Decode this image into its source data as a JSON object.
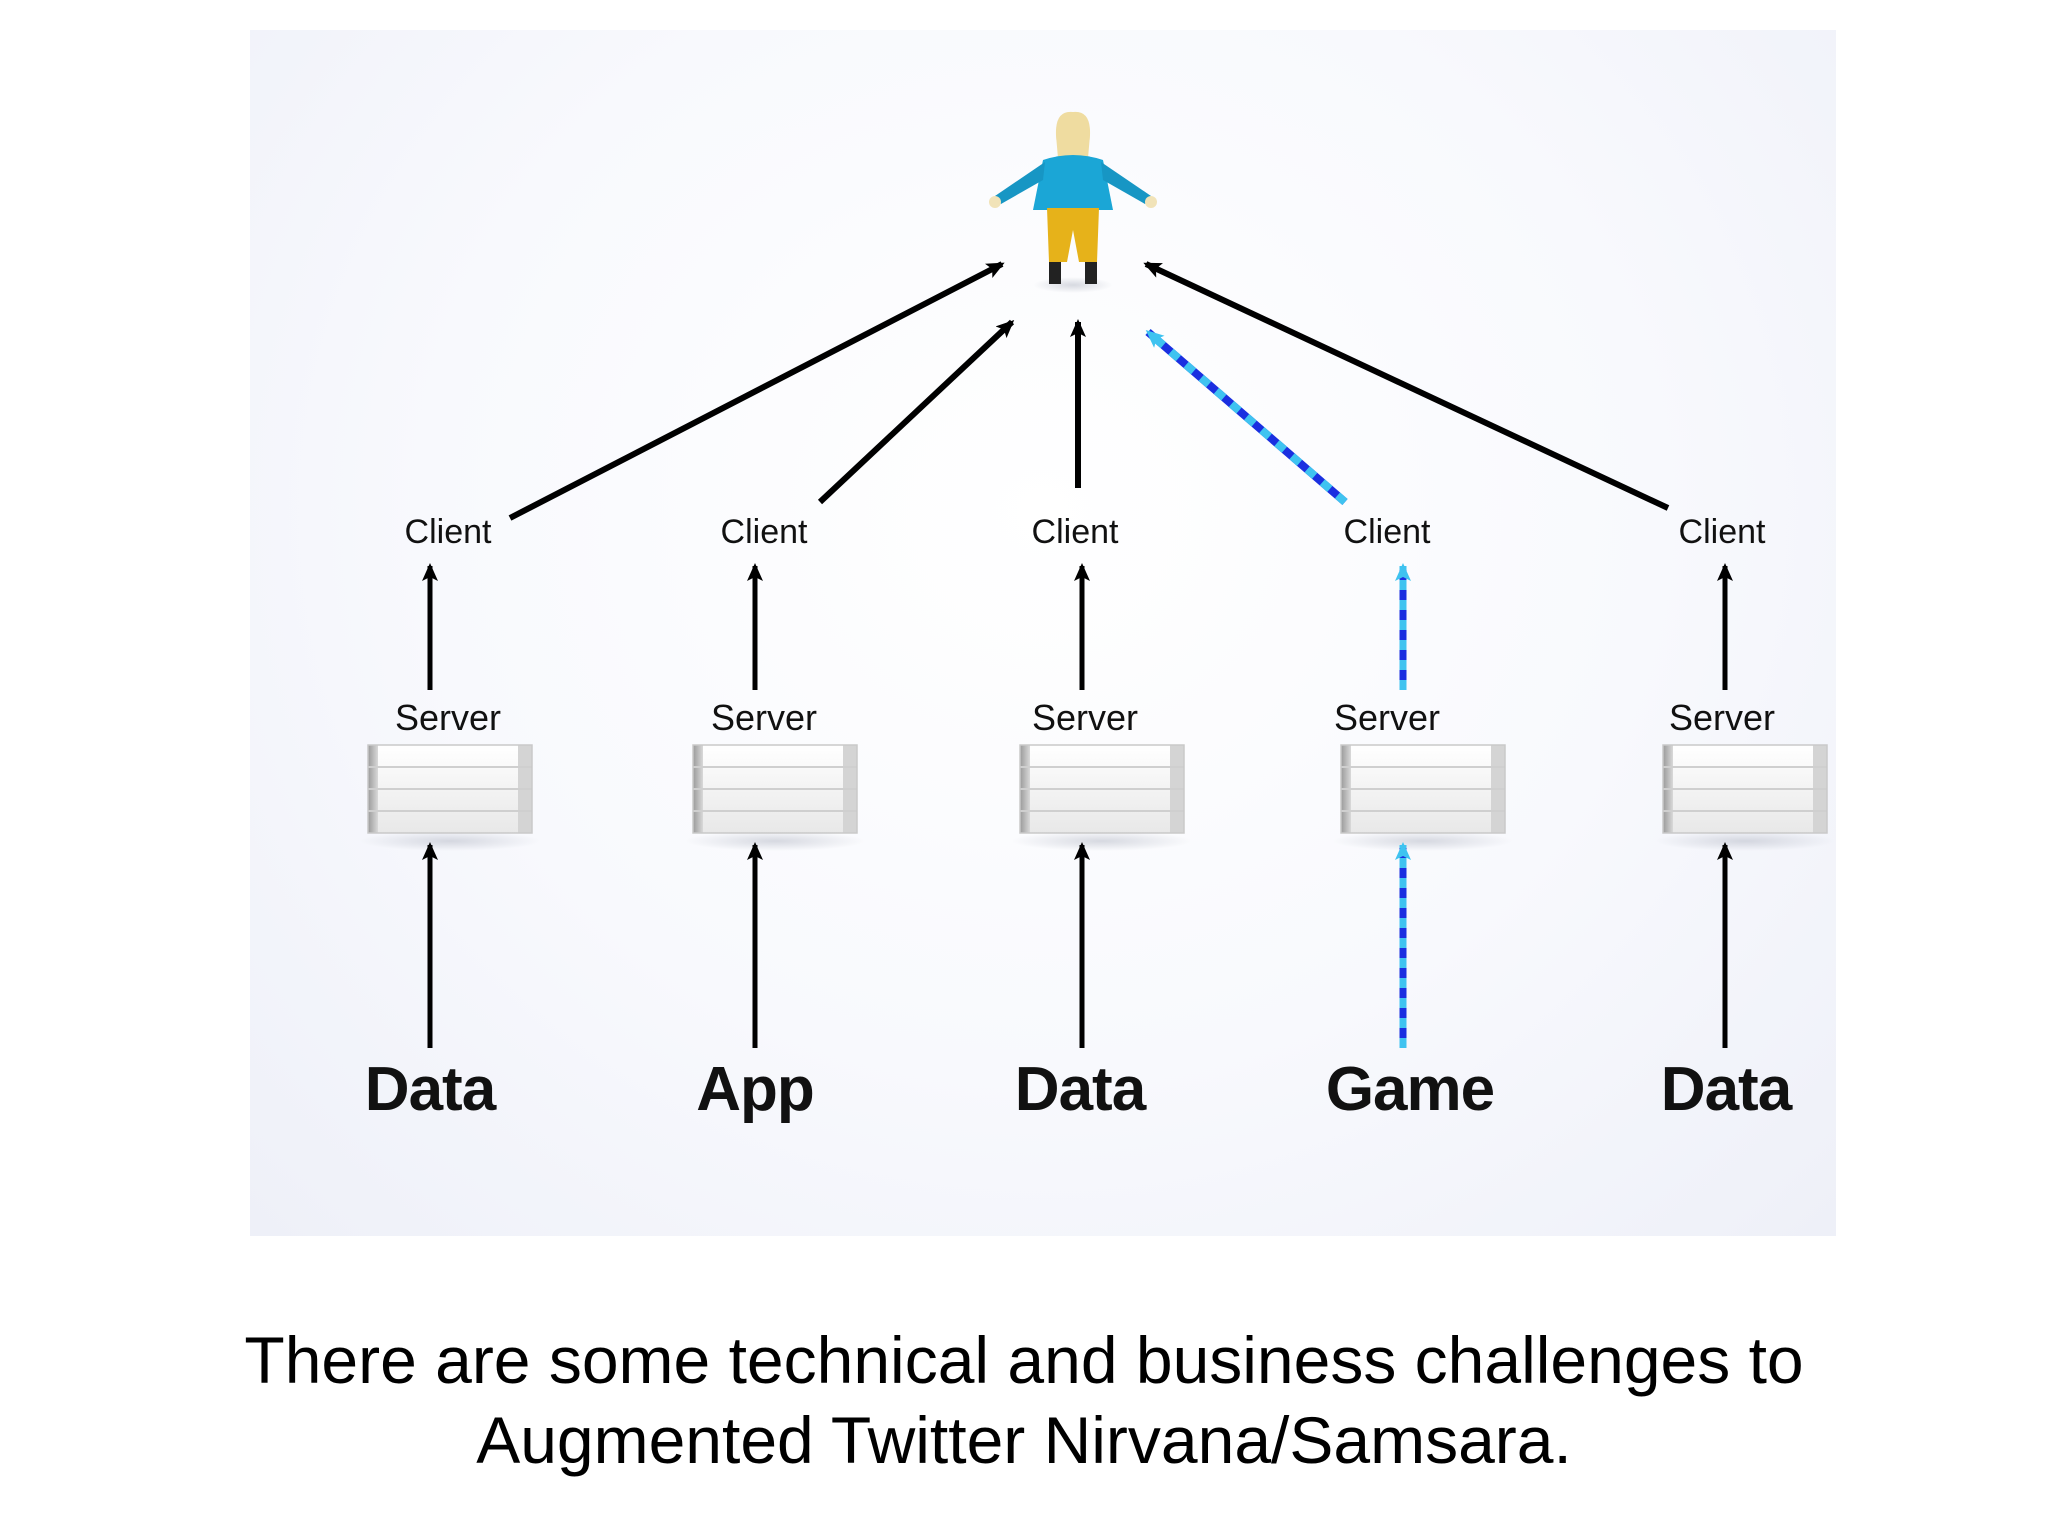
{
  "columns": [
    {
      "source": "Data",
      "server": "Server",
      "client": "Client",
      "highlight": false
    },
    {
      "source": "App",
      "server": "Server",
      "client": "Client",
      "highlight": false
    },
    {
      "source": "Data",
      "server": "Server",
      "client": "Client",
      "highlight": false
    },
    {
      "source": "Game",
      "server": "Server",
      "client": "Client",
      "highlight": true
    },
    {
      "source": "Data",
      "server": "Server",
      "client": "Client",
      "highlight": false
    }
  ],
  "colors": {
    "arrow": "#000000",
    "highlight_dash_a": "#1a2fe0",
    "highlight_dash_b": "#3fc3f0",
    "figure_shirt": "#1ba6d6",
    "figure_pants": "#e6b21a"
  },
  "icons": {
    "user": "user-figure-icon",
    "server": "server-stack-icon"
  },
  "caption": {
    "line1": "There are some technical and business challenges to",
    "line2": "Augmented Twitter Nirvana/Samsara."
  }
}
